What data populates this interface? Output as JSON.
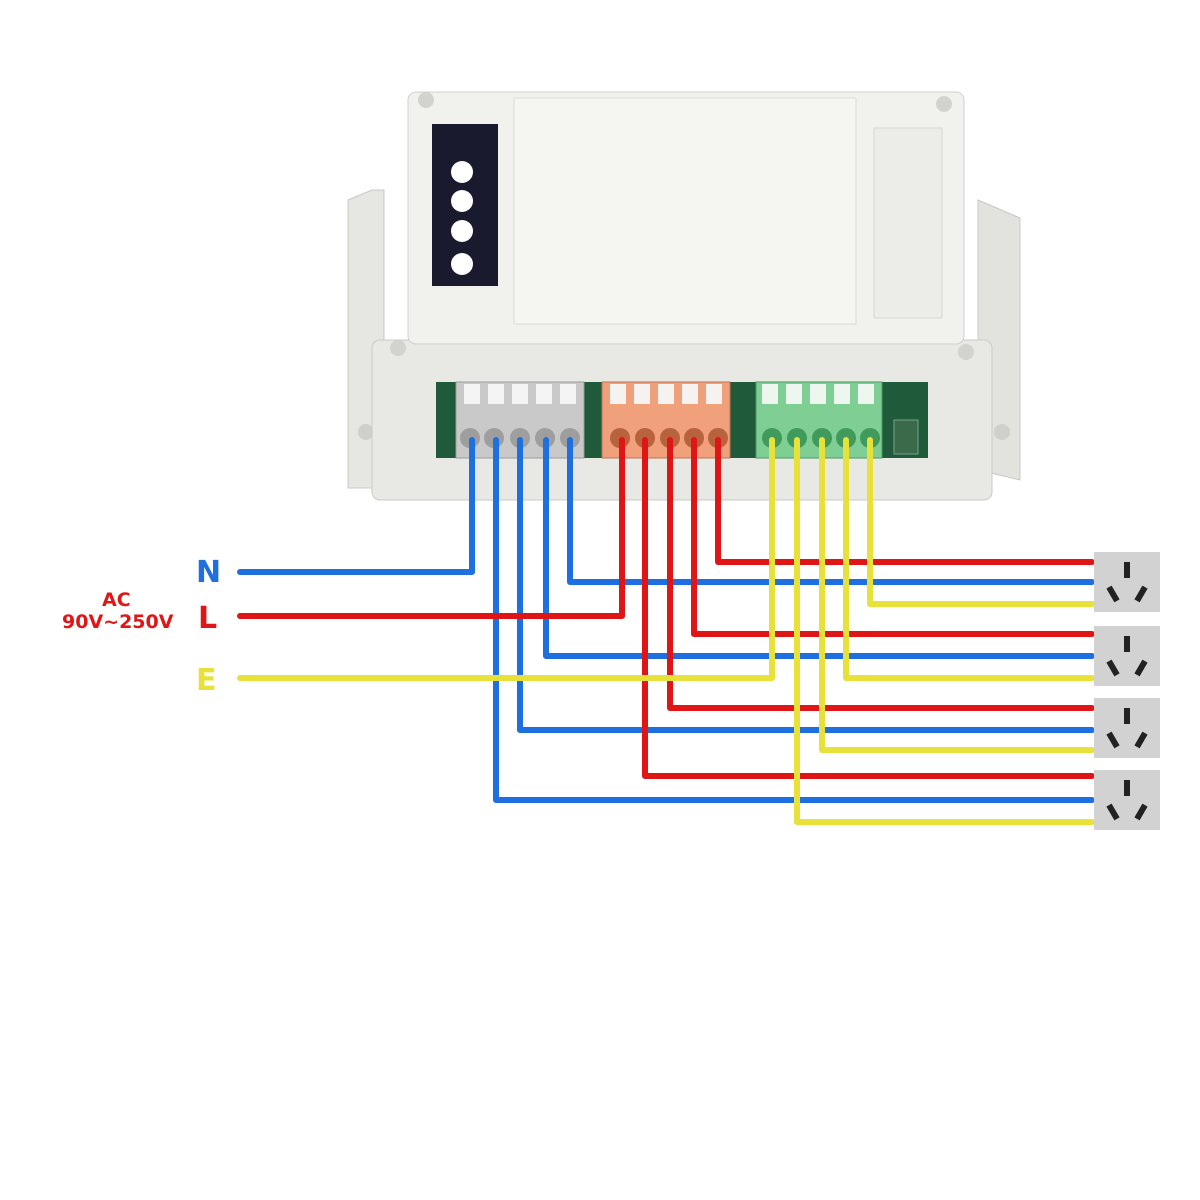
{
  "labels": {
    "n": "N",
    "l": "L",
    "e": "E",
    "ac": "AC",
    "voltage": "90V~250V"
  },
  "colors": {
    "neutral": "#1e6fe0",
    "live": "#e01616",
    "earth": "#e8e13a",
    "enclosure": "#eeeeea",
    "enclosure_shadow": "#d6d6d2",
    "board": "#1f5a3a",
    "button_strip": "#1a1a2e",
    "terminal_neutral": "#c9c9c9",
    "terminal_live": "#f0a07a",
    "terminal_earth": "#7fcf95",
    "socket": "#d2d2d2"
  },
  "icons": {
    "sockets": "power-socket-icon",
    "buttons": "push-button-icon"
  },
  "device": {
    "name": "4-channel-relay-switch",
    "button_count": 4,
    "terminal_blocks": [
      "neutral",
      "live",
      "earth"
    ],
    "terminals_per_block": 5
  },
  "sockets_count": 4
}
